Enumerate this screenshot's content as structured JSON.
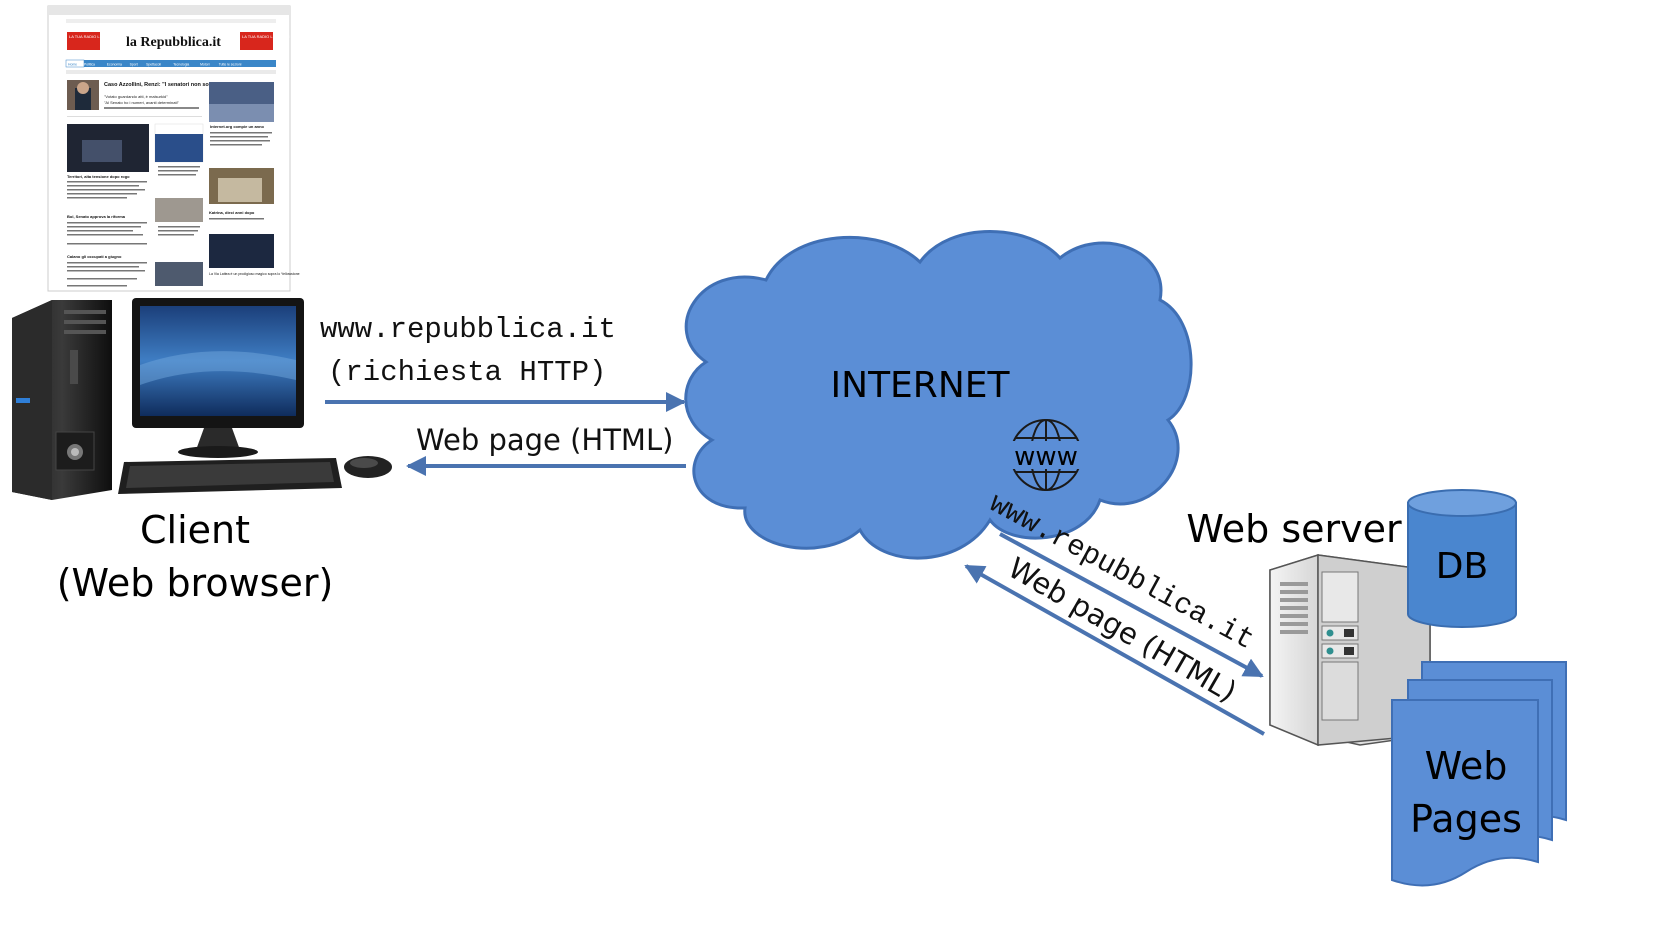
{
  "screenshot": {
    "masthead": "la Repubblica.it",
    "live_badge_left": "LA TUA RADIO LIVE E ON DEMAND",
    "live_badge_right": "LA TUA RADIO LIVE E ON DEMAND",
    "nav_items": [
      "Home",
      "Politica",
      "Economia",
      "Sport",
      "Spettacoli",
      "Tecnologia",
      "Motori",
      "Tutte le sezioni"
    ],
    "headline": "Caso Azzollini, Renzi: \"I senatori non sono passacarte Procura\"",
    "subheadline_1": "\"Votato guardando atti, è malsurkid\"",
    "subheadline_2": "\"Al Senato ho i numeri, avanti determinati\"",
    "story_2": "Territori, alta tensione dopo rogo",
    "story_3": "Bol, Senato approva la riforma",
    "story_4": "Calano gli occupati a giugno",
    "story_5": "Internet.org compie un anno",
    "story_6": "Katrina, dieci anni dopo",
    "story_7": "La Via Lattea è un prodigioso magico sopra lo Yellowstone"
  },
  "labels": {
    "request_url": "www.repubblica.it",
    "request_desc": "(richiesta HTTP)",
    "response_top": "Web page (HTML)",
    "internet": "INTERNET",
    "www_icon": "www",
    "client_line1": "Client",
    "client_line2": "(Web browser)",
    "server_request": "www.repubblica.it",
    "server_response": "Web page (HTML)",
    "web_server": "Web server",
    "db": "DB",
    "pages_line1": "Web",
    "pages_line2": "Pages"
  },
  "colors": {
    "arrow": "#4a73b0",
    "cloud_fill": "#5b8ed6",
    "cloud_stroke": "#3f6fb5",
    "db_fill": "#4a86cf",
    "pages_fill": "#5b8ed6"
  },
  "icons": {
    "computer": "desktop-computer-icon",
    "globe": "globe-icon",
    "server": "server-tower-icon",
    "database": "database-cylinder-icon",
    "documents": "document-stack-icon"
  }
}
